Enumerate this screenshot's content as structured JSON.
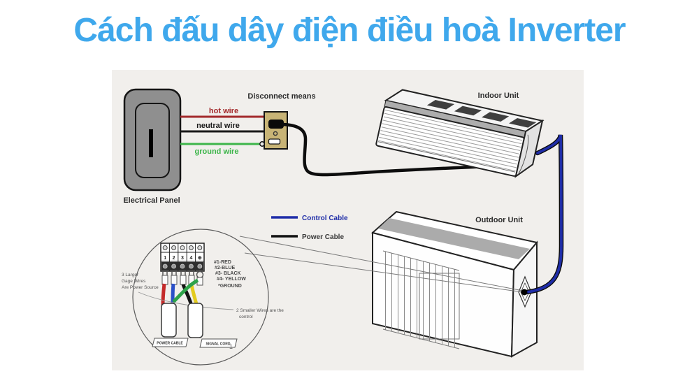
{
  "title": {
    "text": "Cách đấu dây điện điều hoà Inverter",
    "color": "#3FA8EC"
  },
  "diagram": {
    "labels": {
      "electrical_panel": "Electrical Panel",
      "disconnect_means": "Disconnect means",
      "indoor_unit": "Indoor Unit",
      "outdoor_unit": "Outdoor Unit"
    },
    "wires": {
      "hot": {
        "label": "hot wire",
        "color": "#A3292B"
      },
      "neutral": {
        "label": "neutral wire",
        "color": "#1A1A1A"
      },
      "ground": {
        "label": "ground wire",
        "color": "#3DB54A"
      }
    },
    "legend": [
      {
        "label": "Control Cable",
        "color": "#1F2DA8"
      },
      {
        "label": "Power Cable",
        "color": "#111111"
      }
    ],
    "detail": {
      "terminals": [
        "1",
        "2",
        "3",
        "4",
        "⊕"
      ],
      "key_lines": [
        "#1-RED",
        "#2-BLUE",
        "#3- BLACK",
        "#4- YELLOW",
        "*GROUND"
      ],
      "left_note_lines": [
        "3 Larger",
        "Gage Wires",
        "Are Power Source"
      ],
      "right_note_lines": [
        "2 Smaller Wires are the",
        "control"
      ],
      "power_tag": "POWER CABLE",
      "signal_tag": "SIGNAL CORD",
      "figure_mark": "1"
    }
  }
}
